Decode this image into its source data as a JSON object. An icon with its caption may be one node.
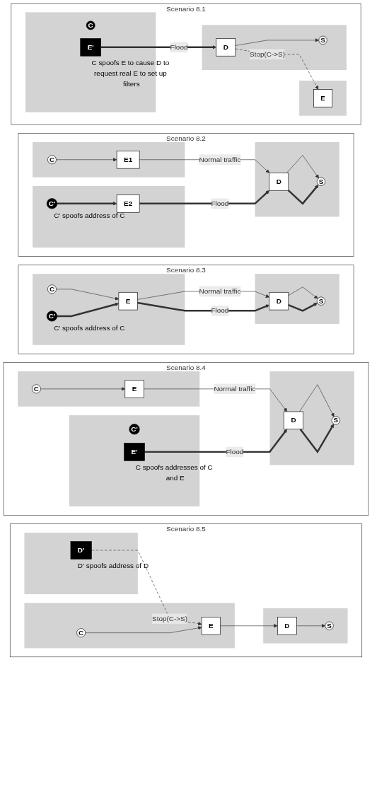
{
  "diagram": {
    "nodes": [
      {
        "text": [
          "Scenario 8.1"
        ]
      },
      {
        "text": [],
        "shape": "band",
        "in": 0
      },
      {
        "text": [
          "E"
        ],
        "in": 1
      },
      {
        "text": [],
        "shape": "band",
        "in": 0
      },
      {
        "text": [
          "D"
        ],
        "in": 3
      },
      {
        "text": [
          "S"
        ],
        "in": 3
      },
      {
        "text": [],
        "shape": "band",
        "in": 0
      },
      {
        "text": [
          "C"
        ],
        "in": 6
      },
      {
        "text": [
          "E'"
        ],
        "in": 6,
        "beside": [
          "C spoofs E to cause D to request real E to set up filters"
        ]
      },
      {
        "text": [
          "Scenario 8.2"
        ]
      },
      {
        "text": [],
        "shape": "band",
        "in": 9
      },
      {
        "text": [
          "C"
        ],
        "in": 10
      },
      {
        "text": [
          "E1"
        ],
        "in": 10
      },
      {
        "text": [],
        "shape": "band",
        "in": 9
      },
      {
        "text": [
          "D"
        ],
        "in": 13
      },
      {
        "text": [
          "S"
        ],
        "in": 13
      },
      {
        "text": [],
        "shape": "band",
        "in": 9
      },
      {
        "text": [
          "C'"
        ],
        "in": 16,
        "beside": [
          "C' spoofs address of C"
        ]
      },
      {
        "text": [
          "E2"
        ],
        "in": 16
      },
      {
        "text": [
          "Scenario 8.3"
        ]
      },
      {
        "text": [],
        "shape": "band",
        "in": 19
      },
      {
        "text": [
          "C"
        ],
        "in": 20
      },
      {
        "text": [
          "C'"
        ],
        "in": 20,
        "beside": [
          "C' spoofs address of C"
        ]
      },
      {
        "text": [
          "E"
        ],
        "in": 20
      },
      {
        "text": [],
        "shape": "band",
        "in": 19
      },
      {
        "text": [
          "D"
        ],
        "in": 24
      },
      {
        "text": [
          "S"
        ],
        "in": 24
      },
      {
        "text": [
          "Scenario 8.4"
        ]
      },
      {
        "text": [],
        "shape": "band",
        "in": 27
      },
      {
        "text": [
          "C"
        ],
        "in": 28
      },
      {
        "text": [
          "E"
        ],
        "in": 28
      },
      {
        "text": [],
        "shape": "band",
        "in": 27
      },
      {
        "text": [
          "D"
        ],
        "in": 31
      },
      {
        "text": [
          "S"
        ],
        "in": 31
      },
      {
        "text": [],
        "shape": "band",
        "in": 27
      },
      {
        "text": [
          "C'"
        ],
        "in": 34
      },
      {
        "text": [
          "E'"
        ],
        "in": 34,
        "beside": [
          "C spoofs addresses of C and E"
        ]
      },
      {
        "text": [
          "Scenario 8.5"
        ]
      },
      {
        "text": [],
        "shape": "band",
        "in": 37
      },
      {
        "text": [
          "D'"
        ],
        "in": 38,
        "beside": [
          "D' spoofs address of D"
        ]
      },
      {
        "text": [],
        "shape": "band",
        "in": 37
      },
      {
        "text": [
          "C"
        ],
        "in": 40
      },
      {
        "text": [
          "E"
        ],
        "in": 40
      },
      {
        "text": [],
        "shape": "band",
        "in": 37
      },
      {
        "text": [
          "D"
        ],
        "in": 43
      },
      {
        "text": [
          "S"
        ],
        "in": 43
      }
    ],
    "edges": [
      {
        "from": 4,
        "to": 2,
        "arrow": "to",
        "label": "Stop(C->S)",
        "style": "dashed"
      },
      {
        "from": 8,
        "to": 4,
        "arrow": "to",
        "label": "Flood",
        "style": "thick"
      },
      {
        "from": 4,
        "to": 5,
        "arrow": "to"
      },
      {
        "from": 11,
        "to": 12,
        "arrow": "to"
      },
      {
        "from": 12,
        "to": 14,
        "arrow": "to",
        "label": "Normal traffic"
      },
      {
        "from": 17,
        "to": 18,
        "arrow": "to",
        "style": "thick"
      },
      {
        "from": 18,
        "to": 14,
        "arrow": "to",
        "label": "Flood",
        "style": "thick"
      },
      {
        "from": 14,
        "to": 15,
        "arrow": "to"
      },
      {
        "from": 14,
        "to": 15,
        "arrow": "to",
        "style": "thick"
      },
      {
        "from": 21,
        "to": 23,
        "arrow": "to"
      },
      {
        "from": 22,
        "to": 23,
        "arrow": "to",
        "style": "thick"
      },
      {
        "from": 23,
        "to": 25,
        "arrow": "to",
        "label": "Normal traffic"
      },
      {
        "from": 23,
        "to": 25,
        "arrow": "to",
        "label": "Flood",
        "style": "thick"
      },
      {
        "from": 25,
        "to": 26,
        "arrow": "to"
      },
      {
        "from": 25,
        "to": 26,
        "arrow": "to",
        "style": "thick"
      },
      {
        "from": 29,
        "to": 30,
        "arrow": "to"
      },
      {
        "from": 30,
        "to": 32,
        "arrow": "to",
        "label": "Normal traffic"
      },
      {
        "from": 36,
        "to": 32,
        "arrow": "to",
        "label": "Flood",
        "style": "thick"
      },
      {
        "from": 32,
        "to": 33,
        "arrow": "to"
      },
      {
        "from": 32,
        "to": 33,
        "arrow": "to",
        "style": "thick"
      },
      {
        "from": 39,
        "to": 42,
        "arrow": "to",
        "label": "Stop(C->S)",
        "style": "dashed"
      },
      {
        "from": 41,
        "to": 42,
        "arrow": "to"
      },
      {
        "from": 42,
        "to": 44,
        "arrow": "to"
      },
      {
        "from": 44,
        "to": 45,
        "arrow": "to"
      }
    ]
  }
}
